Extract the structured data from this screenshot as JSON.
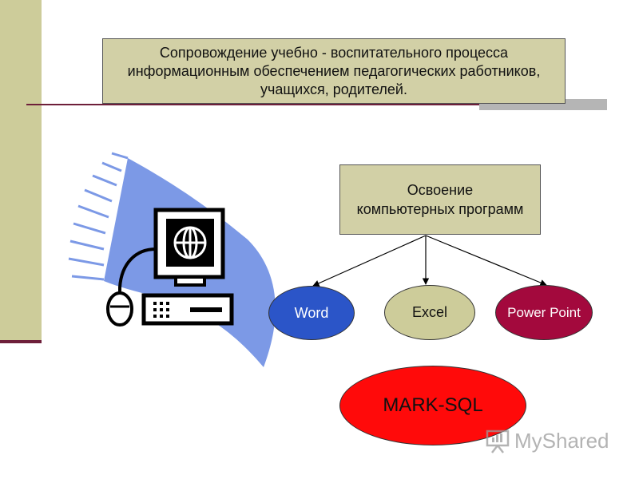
{
  "title": {
    "lines": [
      "Сопровождение учебно - воспитательного процесса",
      "информационным обеспечением педагогических работников,",
      "учащихся, родителей."
    ]
  },
  "process": {
    "lines": [
      "Освоение",
      "компьютерных программ"
    ]
  },
  "programs": {
    "word": "Word",
    "excel": "Excel",
    "powerpoint": "Power Point",
    "marksql": "MARK-SQL"
  },
  "watermark": {
    "text": "MyShared",
    "icon": "presentation-board-icon"
  },
  "clipart": {
    "icon": "computer-globe-icon"
  },
  "colors": {
    "accent": "#cdcc9a",
    "dark_line": "#6e1f3a",
    "word": "#2b55c8",
    "powerpoint": "#a3093d",
    "marksql": "#ff0a0a",
    "clipart_blue": "#7c99e6"
  }
}
